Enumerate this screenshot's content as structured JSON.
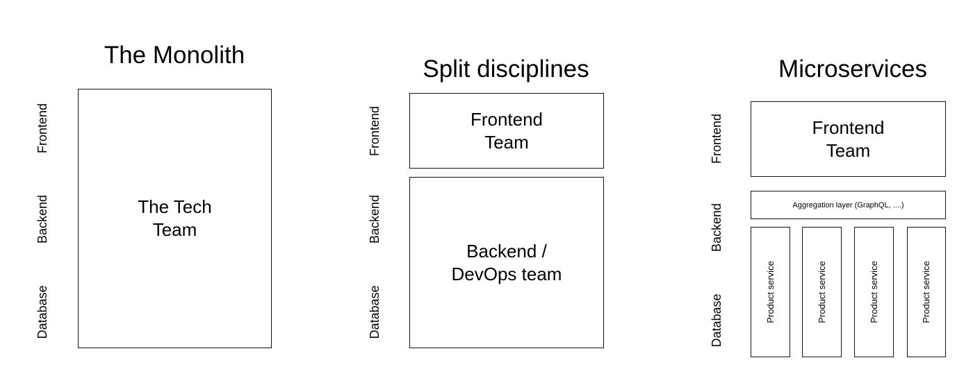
{
  "panels": [
    {
      "title": "The Monolith",
      "axis": [
        "Frontend",
        "Backend",
        "Database"
      ],
      "main_box": "The Tech\nTeam"
    },
    {
      "title": "Split disciplines",
      "axis": [
        "Frontend",
        "Backend",
        "Database"
      ],
      "frontend_box": "Frontend\nTeam",
      "backend_box": "Backend /\nDevOps team"
    },
    {
      "title": "Microservices",
      "axis": [
        "Frontend",
        "Backend",
        "Database"
      ],
      "frontend_box": "Frontend\nTeam",
      "aggregation_box": "Aggregation layer (GraphQL, ....)",
      "services": [
        "Product service",
        "Product service",
        "Product service",
        "Product service"
      ]
    }
  ]
}
